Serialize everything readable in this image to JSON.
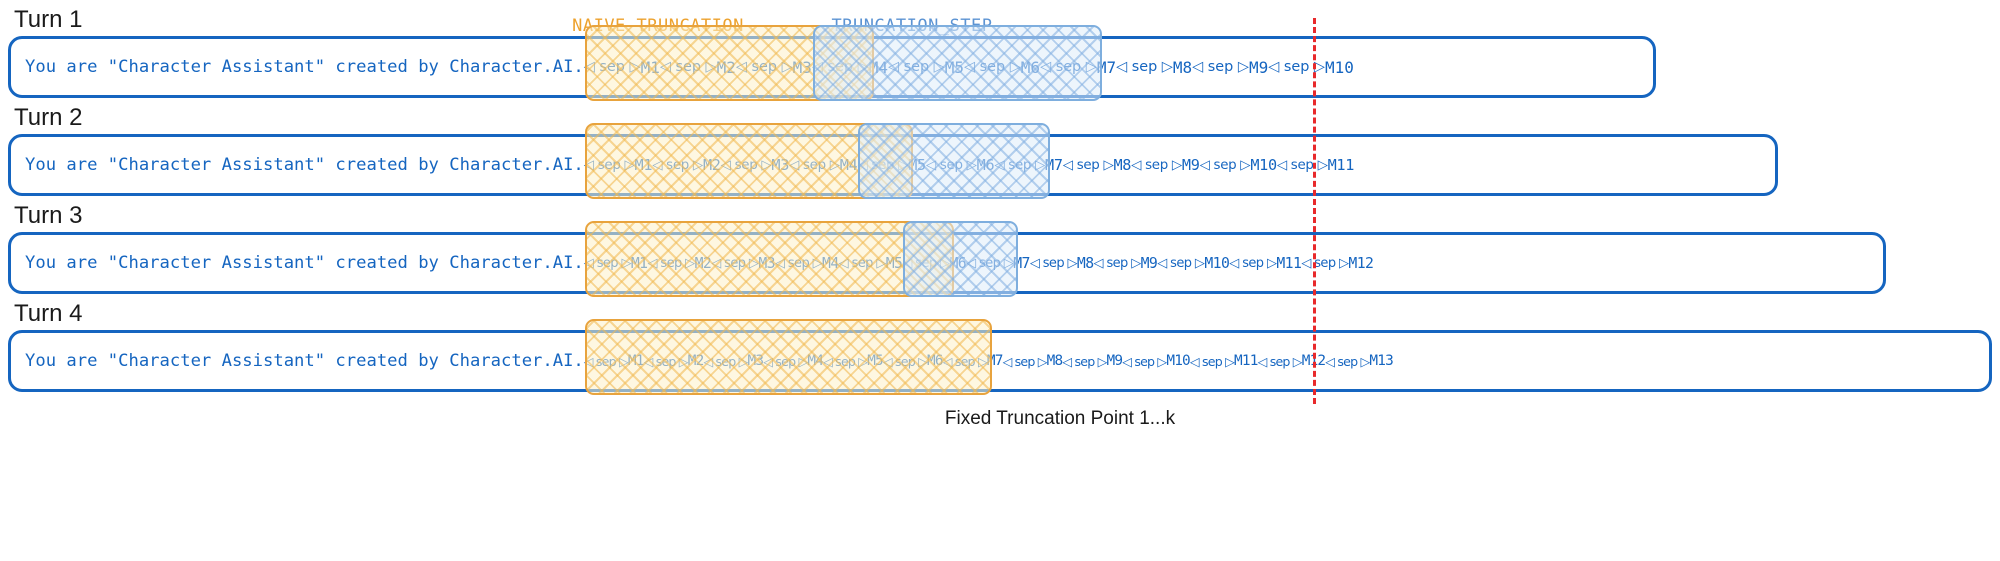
{
  "figure": {
    "title": "",
    "caption": "Fixed Truncation Point 1...k",
    "system_prompt": "You are \"Character Assistant\" created by Character.AI.",
    "separator": "◁ sep ▷",
    "colors": {
      "context_border": "#1565c0",
      "text": "#1565c0",
      "naive_truncation": "#eda22e",
      "truncation_step": "#5b93d3",
      "truncation_line": "#e8292b"
    }
  },
  "legend": {
    "naive_label": "NAIVE-TRUNCATION",
    "step_label": "TRUNCATION_STEP"
  },
  "turns": [
    {
      "title": "Turn 1",
      "messages": [
        "M1",
        "M2",
        "M3",
        "M4",
        "M5",
        "M6",
        "M7",
        "M8",
        "M9",
        "M10"
      ],
      "naive_range": [
        "M1",
        "M3"
      ],
      "step_range": [
        "M4",
        "M6"
      ],
      "truncated_from": "M7"
    },
    {
      "title": "Turn 2",
      "messages": [
        "M1",
        "M2",
        "M3",
        "M4",
        "M5",
        "M6",
        "M7",
        "M8",
        "M9",
        "M10",
        "M11"
      ],
      "naive_range": [
        "M1",
        "M4"
      ],
      "step_range": [
        "M5",
        "M6"
      ],
      "truncated_from": "M7"
    },
    {
      "title": "Turn 3",
      "messages": [
        "M1",
        "M2",
        "M3",
        "M4",
        "M5",
        "M6",
        "M7",
        "M8",
        "M9",
        "M10",
        "M11",
        "M12"
      ],
      "naive_range": [
        "M1",
        "M5"
      ],
      "step_range": [
        "M6",
        "M6"
      ],
      "truncated_from": "M7"
    },
    {
      "title": "Turn 4",
      "messages": [
        "M1",
        "M2",
        "M3",
        "M4",
        "M5",
        "M6",
        "M7",
        "M8",
        "M9",
        "M10",
        "M11",
        "M12",
        "M13"
      ],
      "naive_range": [
        "M1",
        "M6"
      ],
      "step_range": [],
      "truncated_from": "M7"
    }
  ]
}
